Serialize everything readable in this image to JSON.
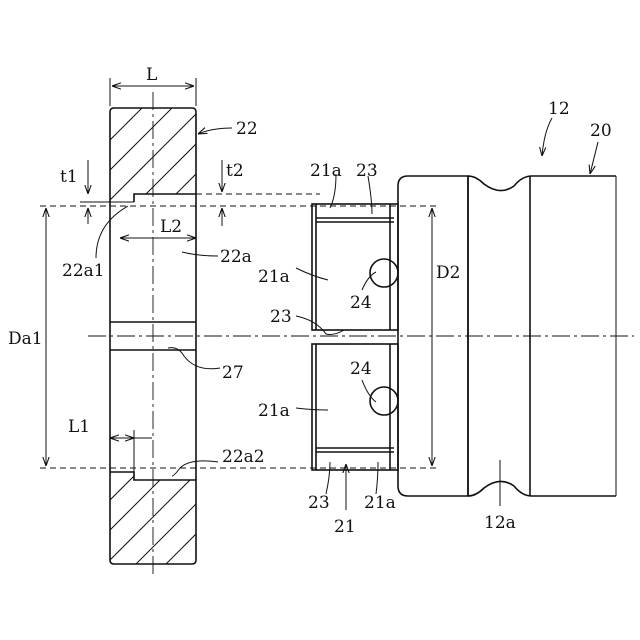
{
  "labels": {
    "L": "L",
    "t1": "t1",
    "t2": "t2",
    "L2": "L2",
    "L1": "L1",
    "Da1": "Da1",
    "D2": "D2",
    "r22": "22",
    "r22a": "22a",
    "r22a1": "22a1",
    "r22a2": "22a2",
    "r27": "27",
    "r21": "21",
    "r21a_top": "21a",
    "r23_top": "23",
    "r21a_upper": "21a",
    "r24_upper": "24",
    "r23_mid": "23",
    "r24_lower": "24",
    "r21a_lower": "21a",
    "r23_bottom": "23",
    "r21a_bottom": "21a",
    "r12": "12",
    "r20": "20",
    "r12a": "12a"
  }
}
